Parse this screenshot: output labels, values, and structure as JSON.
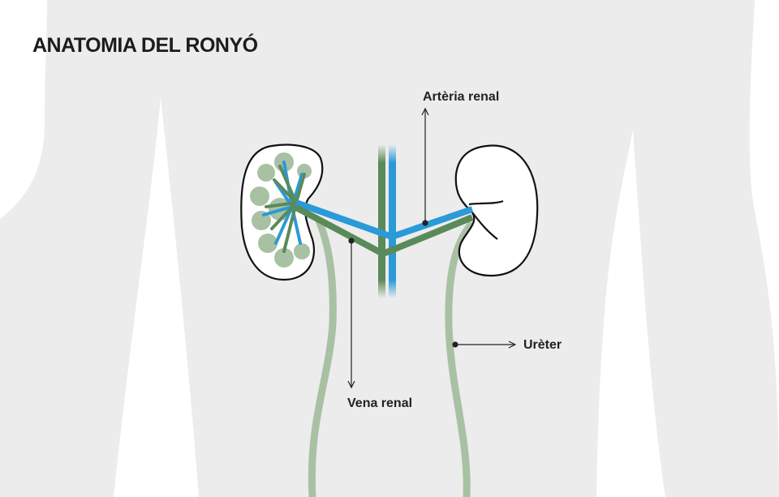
{
  "title": "ANATOMIA DEL RONYÓ",
  "labels": {
    "artery": "Artèria renal",
    "vein": "Vena renal",
    "ureter": "Urèter"
  },
  "colors": {
    "background": "#ececec",
    "vein": "#5a8a5a",
    "artery": "#2a9ad8",
    "ureter": "#a9c1a3",
    "outline": "#111111"
  }
}
